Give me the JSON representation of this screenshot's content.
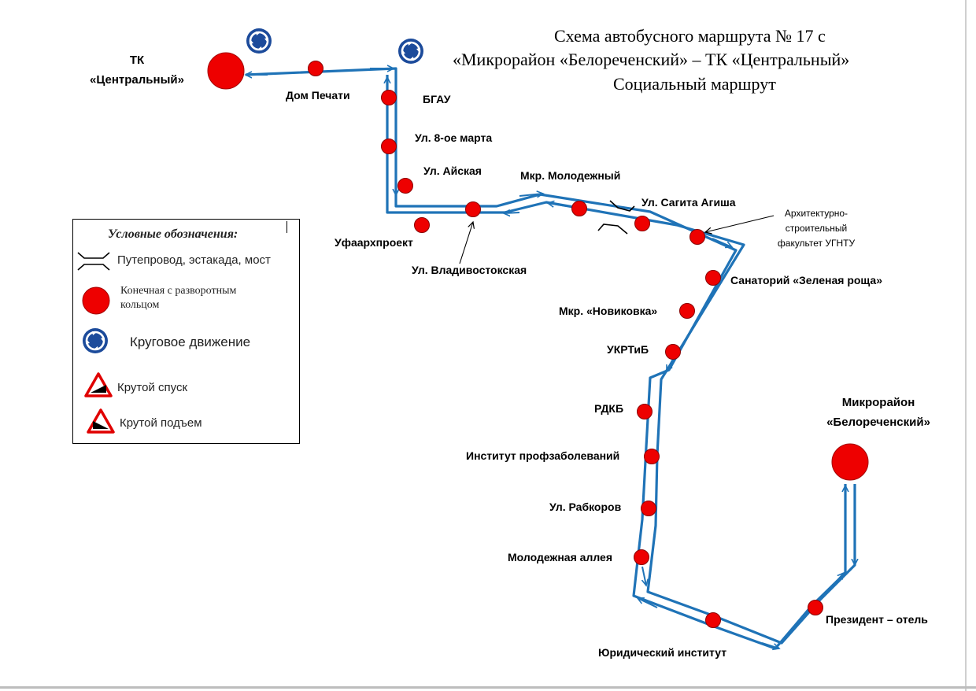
{
  "title": {
    "line1": "Схема автобусного маршрута № 17 с",
    "line2": "«Микрорайон «Белореченский» – ТК «Центральный»",
    "line3": "Социальный маршрут"
  },
  "terminals": {
    "tk_central": {
      "line1": "ТК",
      "line2": "«Центральный»"
    },
    "belorechensky": {
      "line1": "Микрорайон",
      "line2": "«Белореченский»"
    }
  },
  "stops": {
    "dom_pechati": "Дом Печати",
    "bgau": "БГАУ",
    "ul_8_marta": "Ул. 8-ое марта",
    "ul_aiskaya": "Ул. Айская",
    "ufaarkhproekt": "Уфаархпроект",
    "ul_vladivostokskaya": "Ул. Владивостокская",
    "mkr_molodezhny": "Мкр. Молодежный",
    "ul_sagita_agisha": "Ул. Сагита Агиша",
    "arch_fac_line1": "Архитектурно-",
    "arch_fac_line2": "строительный",
    "arch_fac_line3": "факультет УГНТУ",
    "sanatorium": "Санаторий «Зеленая роща»",
    "mkr_novikovka": "Мкр. «Новиковка»",
    "ukrtib": "УКРТиБ",
    "rdkb": "РДКБ",
    "inst_profzabolevaniy": "Институт профзаболеваний",
    "ul_rabkorov": "Ул. Рабкоров",
    "molodezhnaya_alleya": "Молодежная аллея",
    "yuridichesky_institut": "Юридический институт",
    "prezident_otel": "Президент – отель"
  },
  "legend": {
    "title": "Условные обозначения:",
    "overpass": "Путепровод, эстакада, мост",
    "terminal_line1": "Конечная с разворотным",
    "terminal_line2": "кольцом",
    "roundabout": "Круговое движение",
    "steep_descent": "Крутой спуск",
    "steep_ascent": "Крутой подъем"
  },
  "colors": {
    "route": "#1f73b7",
    "stop": "#ee0000",
    "roundabout": "#1c4b9b"
  },
  "icons": [
    "roundabout-icon",
    "overpass-icon",
    "steep-descent-icon",
    "steep-ascent-icon"
  ]
}
